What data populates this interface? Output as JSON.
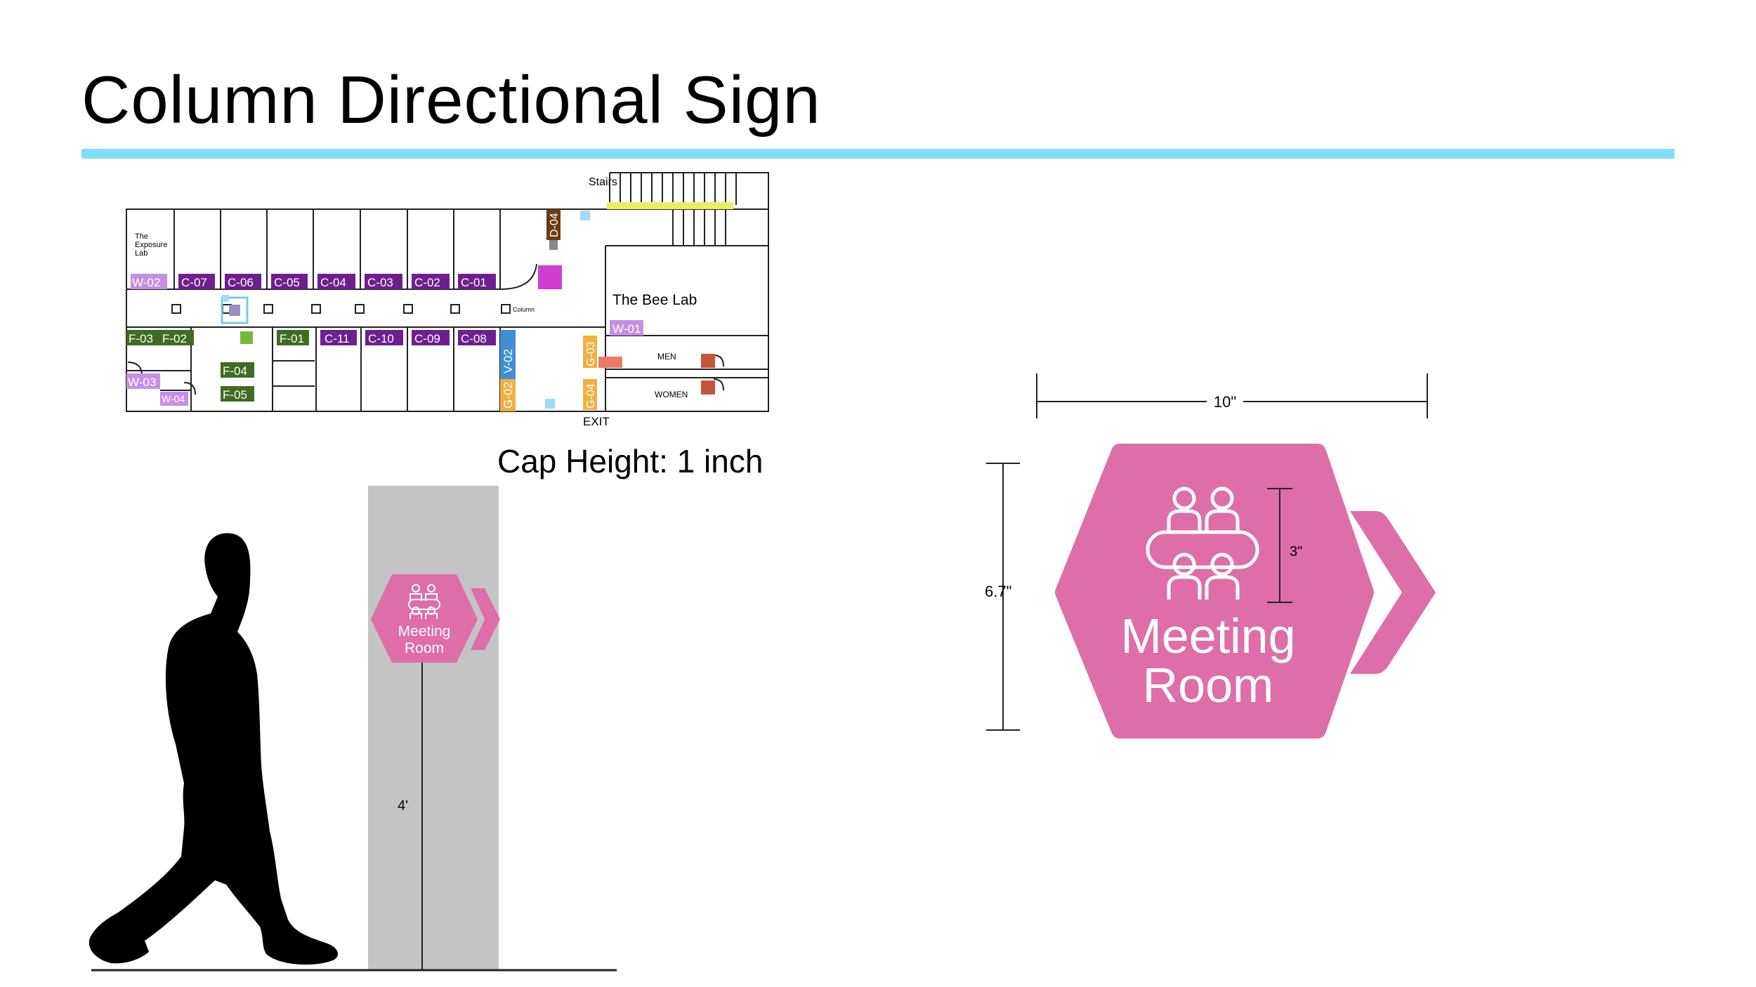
{
  "title": "Column Directional Sign",
  "cap_height": "Cap Height: 1 inch",
  "colors": {
    "rule": "#7fe0f5",
    "sign_pink": "#de6ea7",
    "pole_gray": "#c4c4c4"
  },
  "floorplan": {
    "stairs": "Stairs",
    "exit": "EXIT",
    "exposure_lab": [
      "The",
      "Exposure",
      "Lab"
    ],
    "bee_lab": "The Bee Lab",
    "column": "Column",
    "men": "MEN",
    "women": "WOMEN",
    "top_rooms": [
      "W-02",
      "C-07",
      "C-06",
      "C-05",
      "C-04",
      "C-03",
      "C-02",
      "C-01"
    ],
    "bottom_rooms": [
      "F-01",
      "C-11",
      "C-10",
      "C-09",
      "C-08"
    ],
    "left_rooms": [
      "F-03",
      "F-02",
      "F-04",
      "F-05",
      "W-03",
      "W-04"
    ],
    "vertical_labels": [
      "D-04",
      "V-02",
      "G-02",
      "G-03",
      "G-04"
    ],
    "w01": "W-01"
  },
  "small_sign": {
    "line1": "Meeting",
    "line2": "Room",
    "height_label": "4'"
  },
  "large_sign": {
    "line1": "Meeting",
    "line2": "Room",
    "width_label": "10\"",
    "height_label": "6.7\"",
    "icon_label": "3\""
  }
}
